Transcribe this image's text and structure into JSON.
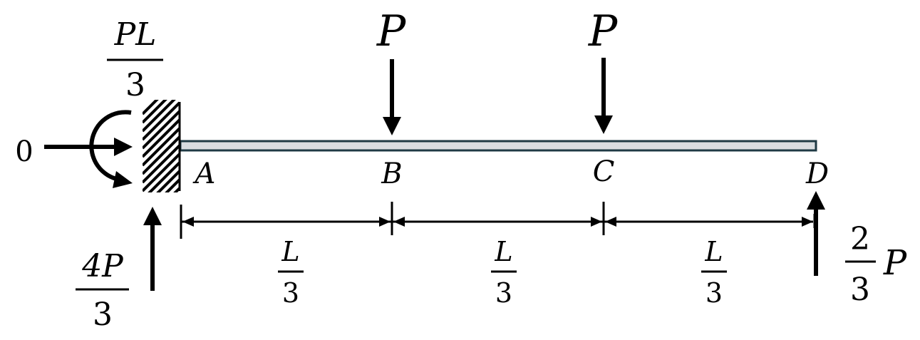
{
  "colors": {
    "ink": "#000000",
    "beam_fill": "#d9dde0",
    "beam_stroke": "#1f3a44"
  },
  "icons": {
    "fixed_support": "hatched-wall-icon",
    "moment": "curved-arrow-icon",
    "force": "straight-arrow-icon"
  },
  "points": {
    "a": "A",
    "b": "B",
    "c": "C",
    "d": "D"
  },
  "loads": {
    "b_label": "P",
    "c_label": "P"
  },
  "reactions": {
    "horizontal": "0",
    "moment_numerator": "PL",
    "moment_denominator": "3",
    "vertical_a_numerator": "4P",
    "vertical_a_denominator": "3",
    "vertical_d_numerator": "2",
    "vertical_d_denominator": "3",
    "vertical_d_suffix": "P"
  },
  "dimensions": {
    "ab_numerator": "L",
    "ab_denominator": "3",
    "bc_numerator": "L",
    "bc_denominator": "3",
    "cd_numerator": "L",
    "cd_denominator": "3"
  }
}
